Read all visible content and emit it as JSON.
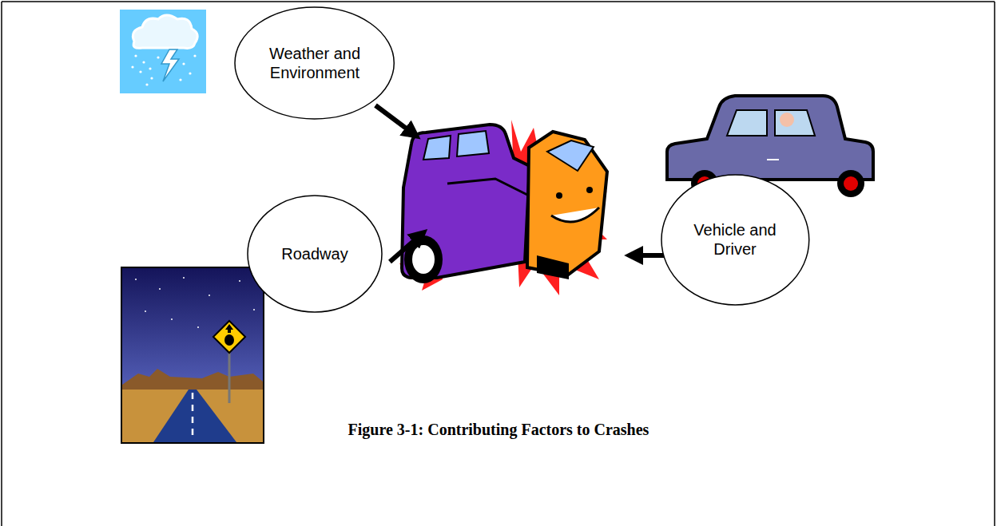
{
  "diagram": {
    "caption": "Figure 3-1: Contributing Factors to Crashes",
    "nodes": [
      {
        "text": [
          "Weather and Environment"
        ]
      },
      {
        "text": [
          "Vehicle and Driver"
        ]
      },
      {
        "text": [
          "Roadway"
        ]
      }
    ]
  }
}
